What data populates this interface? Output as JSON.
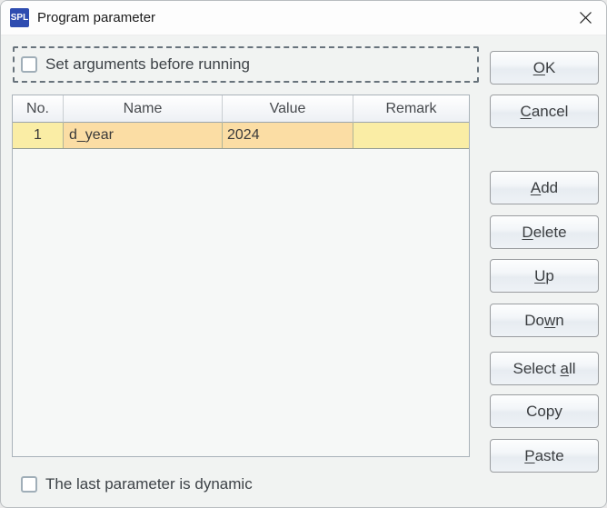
{
  "window": {
    "title": "Program parameter",
    "icon_text": "SPL"
  },
  "top_checkbox": {
    "label": "Set arguments before running",
    "checked": false
  },
  "table": {
    "columns": [
      "No.",
      "Name",
      "Value",
      "Remark"
    ],
    "rows": [
      {
        "no": "1",
        "name": "d_year",
        "value": "2024",
        "remark": ""
      }
    ]
  },
  "side_buttons": [
    {
      "id": "ok",
      "pre": "",
      "key": "O",
      "post": "K"
    },
    {
      "id": "cancel",
      "pre": "",
      "key": "C",
      "post": "ancel"
    },
    {
      "id": "add",
      "pre": "",
      "key": "A",
      "post": "dd"
    },
    {
      "id": "delete",
      "pre": "",
      "key": "D",
      "post": "elete"
    },
    {
      "id": "up",
      "pre": "",
      "key": "U",
      "post": "p"
    },
    {
      "id": "down",
      "pre": "Do",
      "key": "w",
      "post": "n"
    },
    {
      "id": "select-all",
      "pre": "Select ",
      "key": "a",
      "post": "ll"
    },
    {
      "id": "copy",
      "pre": "Copy",
      "key": "",
      "post": ""
    },
    {
      "id": "paste",
      "pre": "",
      "key": "P",
      "post": "aste"
    }
  ],
  "bottom_checkbox": {
    "label": "The last parameter is dynamic",
    "checked": false
  },
  "colors": {
    "icon_blue": "#2e4cb0",
    "row_yellow": "#faeda5",
    "row_peach": "#fbdda4",
    "dialog_background": "#f1f3f2",
    "titlebar_background": "#fdfdfd"
  }
}
